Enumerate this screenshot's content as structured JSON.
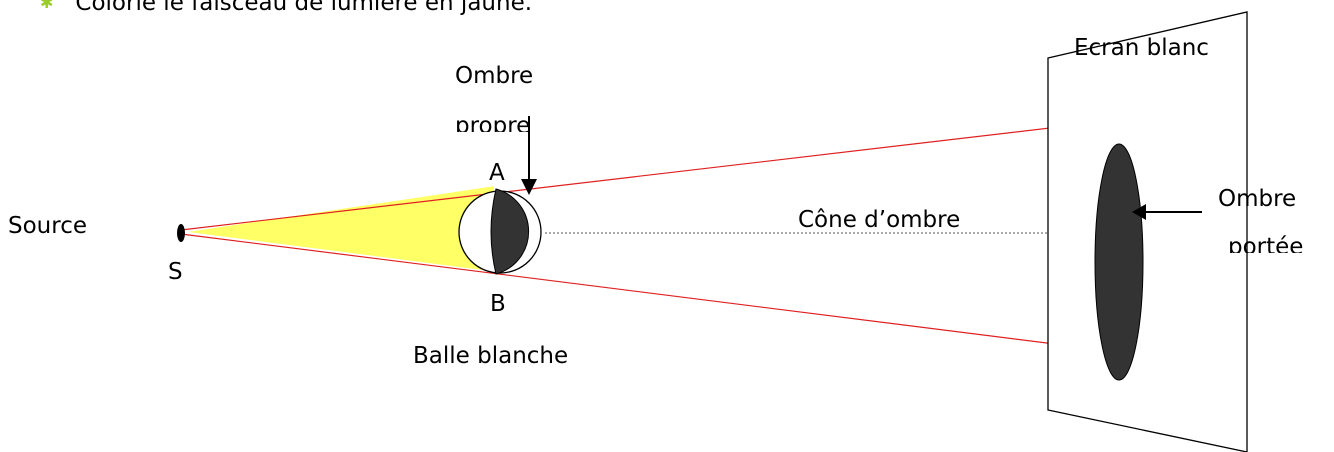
{
  "instruction": {
    "text": "Colorie le faisceau de lumière en jaune.",
    "bullet_icon": "star-bullet-icon"
  },
  "labels": {
    "source": "Source",
    "s_point": "S",
    "point_a": "A",
    "point_b": "B",
    "ball": "Balle blanche",
    "own_shadow_line1": "Ombre",
    "own_shadow_line2": "propre",
    "shadow_cone": "Cône d’ombre",
    "screen": "Ecran blanc",
    "cast_shadow_line1": "Ombre",
    "cast_shadow_line2": "portée"
  },
  "colors": {
    "beam": "#ffff66",
    "rays": "#e02020",
    "shadow": "#333333",
    "bullet": "#9ccc2a"
  }
}
